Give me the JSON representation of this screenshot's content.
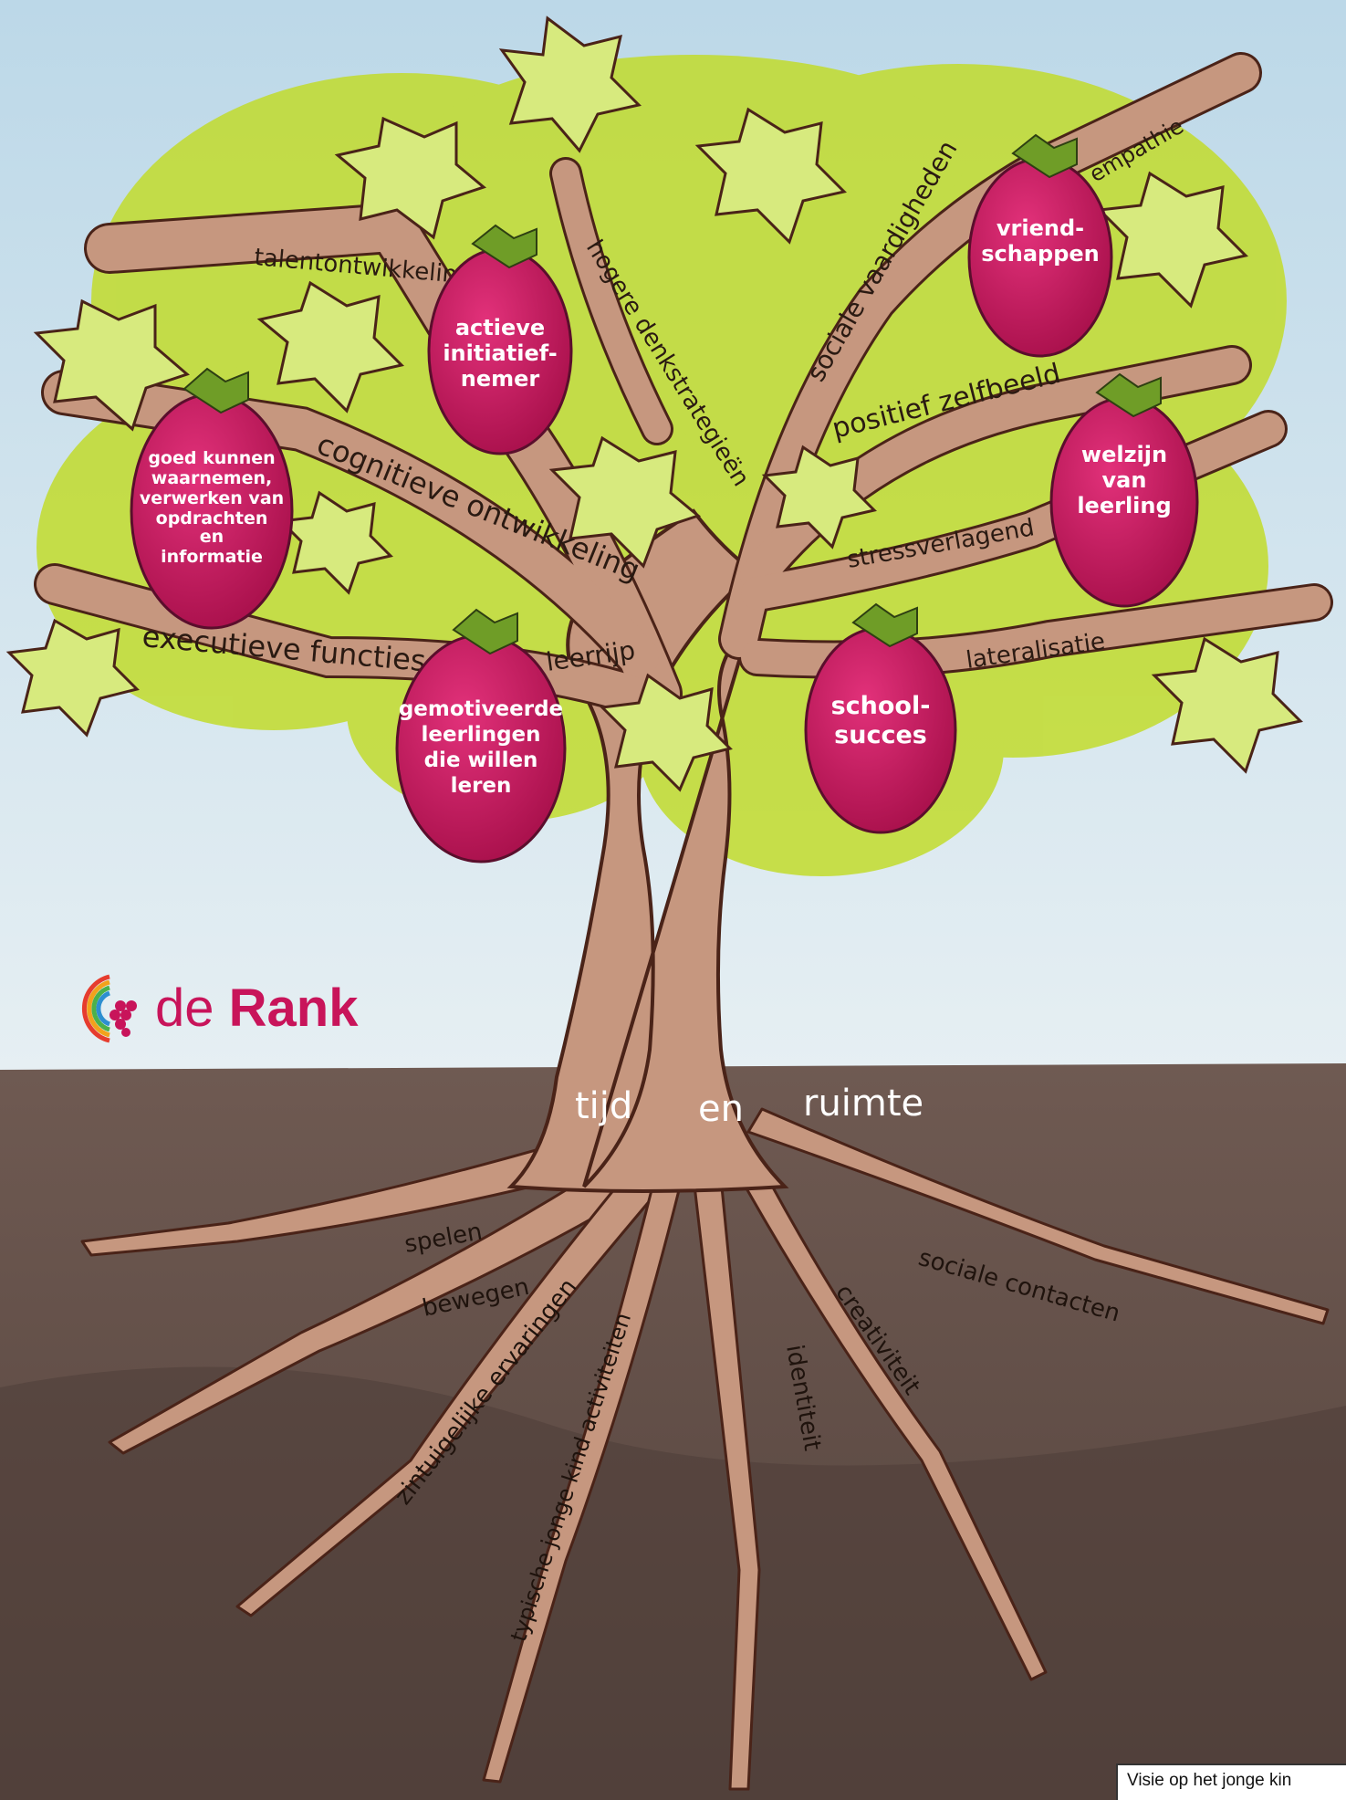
{
  "colors": {
    "sky_top": "#bcd8e8",
    "sky_bottom": "#e4eef3",
    "soil": "#6f5a52",
    "soil_dark": "#4b3a35",
    "foliage": "#c2dc2c",
    "leaf": "#d7ea7e",
    "trunk": "#c6977f",
    "outline": "#4a2318",
    "grape": "#c8145a",
    "brand": "#c8145a"
  },
  "branch_labels": {
    "talent": "talentontwikkeling",
    "hogere": "hogere denkstrategieën",
    "cognitieve": "cognitieve ontwikkeling",
    "executieve": "executieve functies",
    "leerrijp": "leerrijp",
    "sociale_vaardigheden": "sociale vaardigheden",
    "empathie": "empathie",
    "positief": "positief zelfbeeld",
    "stress": "stressverlagend",
    "lateralisatie": "lateralisatie"
  },
  "grapes": {
    "actieve": [
      "actieve",
      "initiatief-",
      "nemer"
    ],
    "goed": [
      "goed kunnen",
      "waarnemen,",
      "verwerken van",
      "opdrachten",
      "en",
      "informatie"
    ],
    "gemotiveerde": [
      "gemotiveerde",
      "leerlingen",
      "die willen",
      "leren"
    ],
    "vriend": [
      "vriend-",
      "schappen"
    ],
    "welzijn": [
      "welzijn",
      "van",
      "leerling"
    ],
    "school": [
      "school-",
      "succes"
    ]
  },
  "soil_words": {
    "tijd": "tijd",
    "en": "en",
    "ruimte": "ruimte"
  },
  "root_labels": {
    "spelen": "spelen",
    "bewegen": "bewegen",
    "zintuigelijke": "zintuigelijke ervaringen",
    "typische": "typische jonge kind activiteiten",
    "identiteit": "identiteit",
    "creativiteit": "creativiteit",
    "sociale_contacten": "sociale contacten"
  },
  "logo": {
    "prefix": "de",
    "name": "Rank"
  },
  "caption": "Visie op het jonge kin"
}
